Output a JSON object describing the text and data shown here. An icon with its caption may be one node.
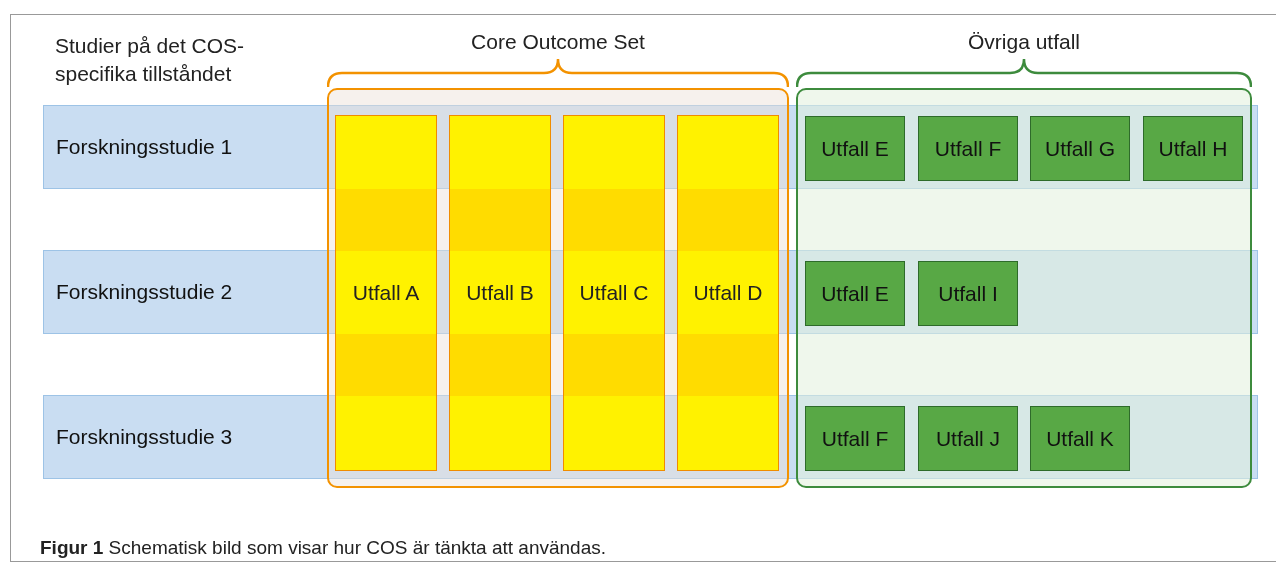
{
  "diagram": {
    "caption": "**Figur 1** Schematisk bild som visar hur COS är tänkta att användas.",
    "nodes": [
      {
        "text": [
          "Core Outcome Set"
        ]
      },
      {
        "text": [
          "Övriga utfall"
        ]
      },
      {
        "text": [
          "Forskningsstudie 1"
        ]
      },
      {
        "text": [
          "Utfall A"
        ],
        "in": 0
      },
      {
        "text": [
          "Utfall B"
        ],
        "in": 0
      },
      {
        "text": [
          "Utfall C"
        ],
        "in": 0
      },
      {
        "text": [
          "Utfall D"
        ],
        "in": 0
      },
      {
        "text": [
          "Utfall E"
        ]
      },
      {
        "text": [
          "Utfall F"
        ]
      },
      {
        "text": [
          "Utfall G"
        ]
      },
      {
        "text": [
          "Utfall H"
        ]
      },
      {
        "text": [
          "Forskningsstudie 2"
        ]
      },
      {
        "text": [
          "Utfall E"
        ]
      },
      {
        "text": [
          "Utfall I"
        ]
      },
      {
        "text": [
          "Forskningsstudie 3"
        ]
      },
      {
        "text": [
          "Utfall F"
        ]
      },
      {
        "text": [
          "Utfall J"
        ]
      },
      {
        "text": [
          "Utfall K"
        ]
      }
    ],
    "labels": [
      "Studier på det COS-specifika tillståndet"
    ]
  }
}
